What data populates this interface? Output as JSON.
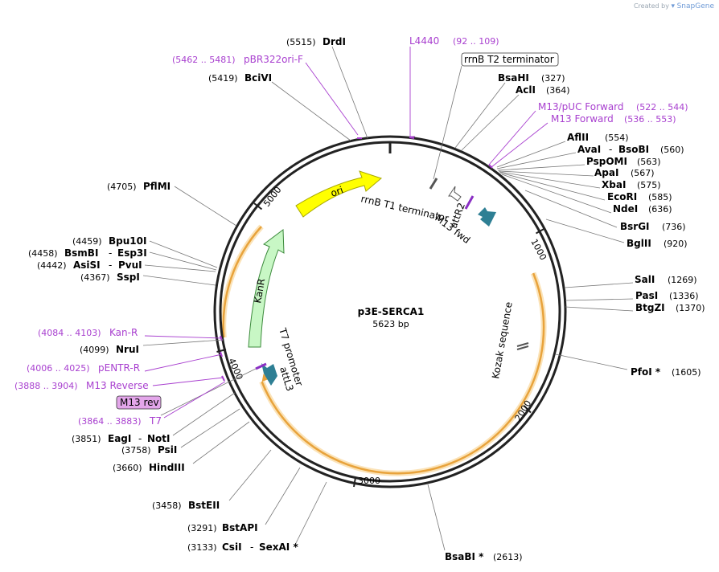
{
  "credit": {
    "prefix": "Created by",
    "brand": "SnapGene"
  },
  "plasmid": {
    "name": "p3E-SERCA1",
    "length": "5623 bp"
  },
  "ticks": [
    "1000",
    "2000",
    "3000",
    "4000",
    "5000"
  ],
  "sites": [
    {
      "name": "DrdI",
      "pos": "(5515)"
    },
    {
      "name": "BciVI",
      "pos": "(5419)"
    },
    {
      "name": "BsaHI",
      "pos": "(327)"
    },
    {
      "name": "AclI",
      "pos": "(364)"
    },
    {
      "name": "AflII",
      "pos": "(554)"
    },
    {
      "name": "AvaI",
      "name2": "BsoBI",
      "pos": "(560)"
    },
    {
      "name": "PspOMI",
      "pos": "(563)"
    },
    {
      "name": "ApaI",
      "pos": "(567)"
    },
    {
      "name": "XbaI",
      "pos": "(575)"
    },
    {
      "name": "EcoRI",
      "pos": "(585)"
    },
    {
      "name": "NdeI",
      "pos": "(636)"
    },
    {
      "name": "BsrGI",
      "pos": "(736)"
    },
    {
      "name": "BglII",
      "pos": "(920)"
    },
    {
      "name": "SalI",
      "pos": "(1269)"
    },
    {
      "name": "PasI",
      "pos": "(1336)"
    },
    {
      "name": "BtgZI",
      "pos": "(1370)"
    },
    {
      "name": "PfoI *",
      "pos": "(1605)"
    },
    {
      "name": "BsaBI *",
      "pos": "(2613)"
    },
    {
      "name": "CsiI",
      "name2": "SexAI *",
      "pos": "(3133)"
    },
    {
      "name": "BstAPI",
      "pos": "(3291)"
    },
    {
      "name": "BstEII",
      "pos": "(3458)"
    },
    {
      "name": "HindIII",
      "pos": "(3660)"
    },
    {
      "name": "PsiI",
      "pos": "(3758)"
    },
    {
      "name": "EagI",
      "name2": "NotI",
      "pos": "(3851)"
    },
    {
      "name": "NruI",
      "pos": "(4099)"
    },
    {
      "name": "SspI",
      "pos": "(4367)"
    },
    {
      "name": "AsiSI",
      "name2": "PvuI",
      "pos": "(4442)"
    },
    {
      "name": "BsmBI",
      "name2": "Esp3I",
      "pos": "(4458)"
    },
    {
      "name": "Bpu10I",
      "pos": "(4459)"
    },
    {
      "name": "PflMI",
      "pos": "(4705)"
    }
  ],
  "primers": [
    {
      "name": "L4440",
      "pos": "(92 .. 109)"
    },
    {
      "name": "pBR322ori-F",
      "pos": "(5462 .. 5481)"
    },
    {
      "name": "M13/pUC Forward",
      "pos": "(522 .. 544)"
    },
    {
      "name": "M13 Forward",
      "pos": "(536 .. 553)"
    },
    {
      "name": "Kan-R",
      "pos": "(4084 .. 4103)"
    },
    {
      "name": "pENTR-R",
      "pos": "(4006 .. 4025)"
    },
    {
      "name": "M13 Reverse",
      "pos": "(3888 .. 3904)"
    },
    {
      "name": "T7",
      "pos": "(3864 .. 3883)"
    }
  ],
  "boxed_features": {
    "rrnb_t2": "rrnB T2 terminator",
    "m13_rev": "M13 rev"
  },
  "features": {
    "ori": "ori",
    "kanr": "KanR",
    "rrnb_t1": "rrnB T1 terminator",
    "m13_fwd": "M13 fwd",
    "attr2": "attR2",
    "kozak": "Kozak sequence",
    "t7_promoter": "T7 promoter",
    "attl3": "attL3"
  },
  "colors": {
    "purple": "#a83fcf",
    "ori": "#ffff00",
    "kanr": "#c8f7c5",
    "att": "#2e7f94",
    "orf": "#e8a33c"
  }
}
